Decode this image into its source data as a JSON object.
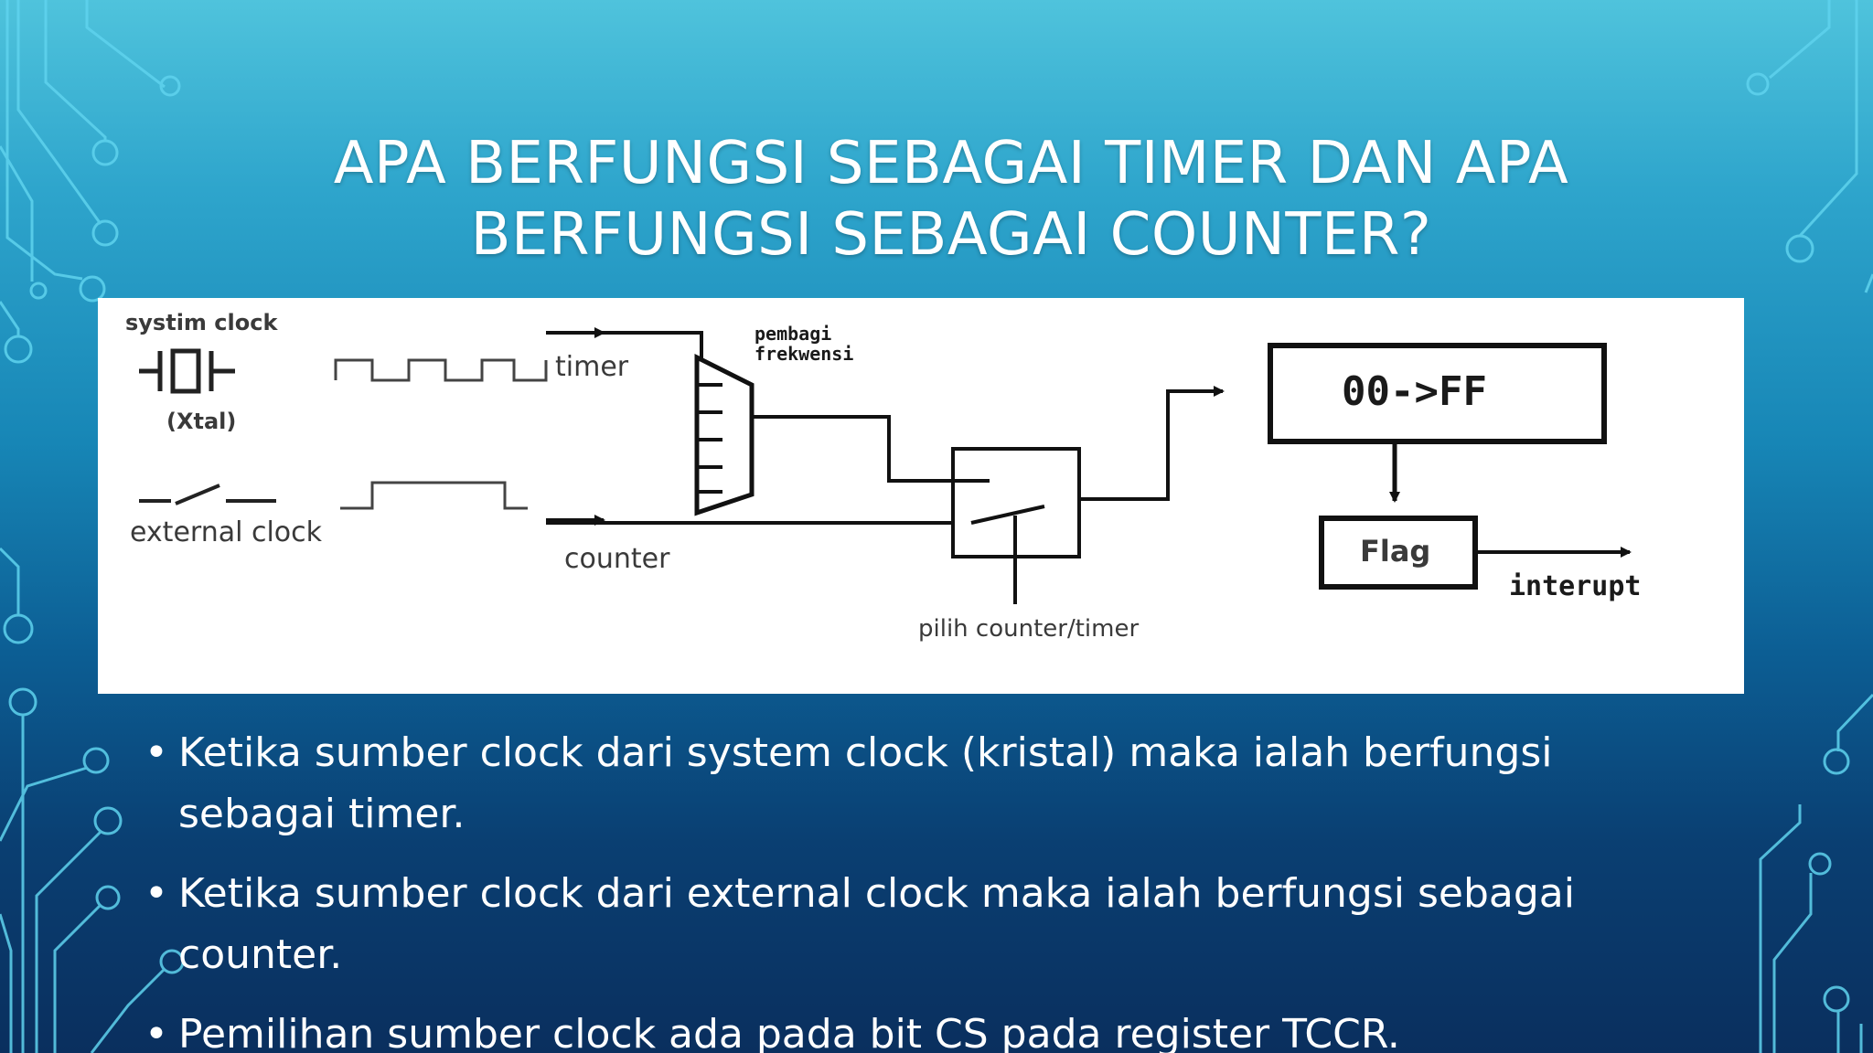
{
  "slide": {
    "title_lines": [
      "APA BERFUNGSI SEBAGAI TIMER DAN APA",
      "BERFUNGSI SEBAGAI COUNTER?"
    ],
    "colors": {
      "background_top": "#4fc3dc",
      "background_bottom": "#0a2f5e",
      "circuit_lines": "#5fd3ee",
      "text": "#ffffff"
    }
  },
  "diagram": {
    "labels": {
      "system_clock": "systim clock",
      "xtal": "(Xtal)",
      "external_clock": "external clock",
      "timer": "timer",
      "counter": "counter",
      "prescaler_line1": "pembagi",
      "prescaler_line2": "frekwensi",
      "select": "pilih counter/timer",
      "register": "00->FF",
      "flag": "Flag",
      "interrupt": "interupt"
    }
  },
  "bullets": [
    "Ketika sumber clock  dari   system clock  (kristal) maka ialah berfungsi sebagai timer.",
    "Ketika sumber clock dari external clock maka ialah berfungsi sebagai counter.",
    "Pemilihan sumber clock ada pada bit  CS pada register TCCR."
  ],
  "bullet_glyph": "•"
}
